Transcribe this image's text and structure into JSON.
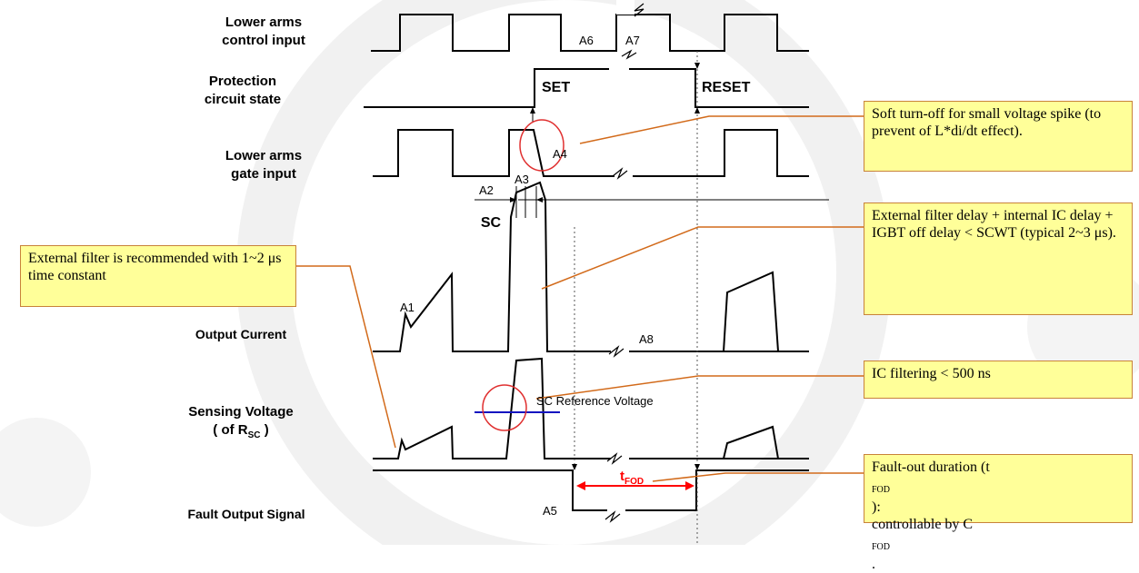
{
  "signals": {
    "lower_arms_control_input": "Lower arms\ncontrol input",
    "protection_circuit_state": "Protection\ncircuit state",
    "lower_arms_gate_input": "Lower arms\ngate input",
    "sc": "SC",
    "output_current": "Output Current",
    "sensing_voltage_line1": "Sensing Voltage",
    "sensing_voltage_line2_prefix": "( of R",
    "sensing_voltage_sub": "SC",
    "sensing_voltage_line2_suffix": " )",
    "fault_output_signal": "Fault Output Signal"
  },
  "states": {
    "set": "SET",
    "reset": "RESET"
  },
  "markers": {
    "a1": "A1",
    "a2": "A2",
    "a3": "A3",
    "a4": "A4",
    "a5": "A5",
    "a6": "A6",
    "a7": "A7",
    "a8": "A8"
  },
  "sc_reference_voltage": "SC Reference Voltage",
  "tfod_main": "t",
  "tfod_sub": "FOD",
  "notes": {
    "soft_turn_off": "Soft turn-off for small voltage spike (to prevent of L*di/dt effect).",
    "filter_delay": "External filter delay + internal IC delay + IGBT off delay < SCWT (typical 2~3 μs).",
    "external_filter": "External filter is recommended with 1~2 μs time constant",
    "ic_filtering": "IC filtering < 500 ns",
    "fault_out_prefix": "Fault-out duration (t",
    "fault_out_sub": "FOD",
    "fault_out_suffix": "):",
    "fault_out_line2_prefix": "controllable by C",
    "fault_out_line2_sub": "FOD",
    "fault_out_line2_suffix": "."
  },
  "colors": {
    "callout_fill": "#ffff99",
    "callout_border": "#c8823a",
    "leader_line": "#d26a1a",
    "highlight_circle": "#e03030",
    "reference_line": "#1010c0",
    "tfod_arrow": "#ff0000",
    "waveform": "#000000"
  }
}
